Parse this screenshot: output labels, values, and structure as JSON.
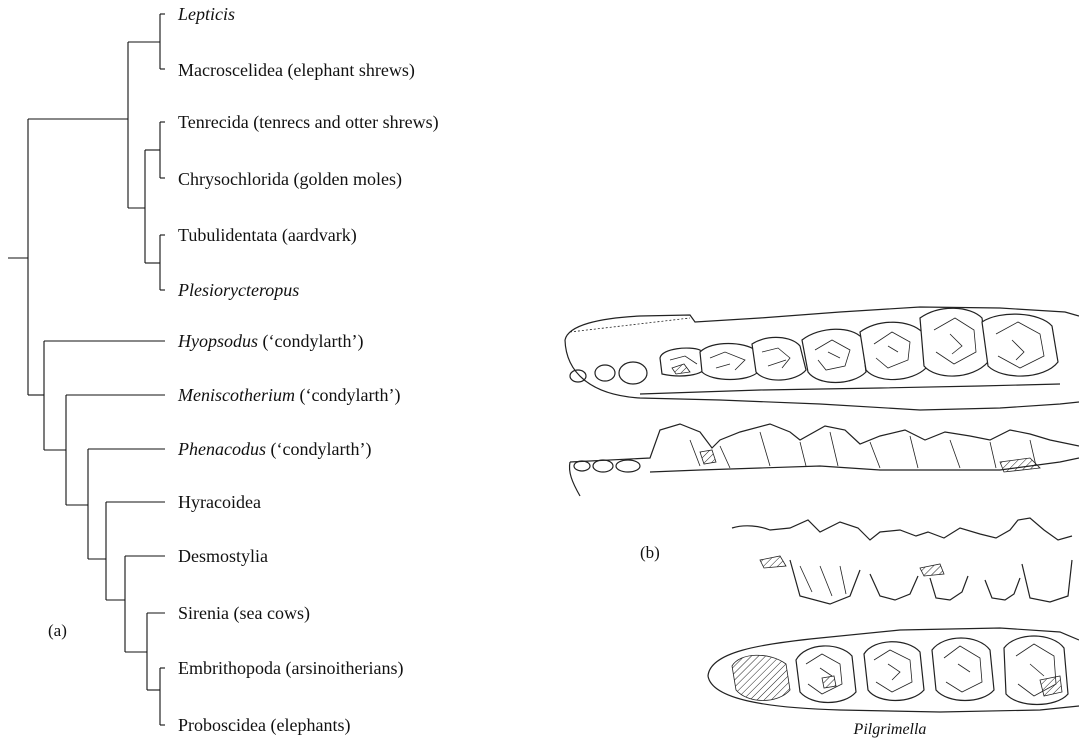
{
  "figure": {
    "panel_a_label": "(a)",
    "panel_b_label": "(b)",
    "specimen_caption": "Pilgrimella"
  },
  "taxa": [
    {
      "name": "Lepticis",
      "note": ""
    },
    {
      "name": "Macroscelidea (elephant shrews)",
      "note": ""
    },
    {
      "name": "Tenrecida (tenrecs and otter shrews)",
      "note": ""
    },
    {
      "name": "Chrysochlorida (golden moles)",
      "note": ""
    },
    {
      "name": "Tubulidentata (aardvark)",
      "note": ""
    },
    {
      "name": "Plesiorycteropus",
      "note": ""
    },
    {
      "name": "Hyopsodus",
      "note": " (‘condylarth’)"
    },
    {
      "name": "Meniscotherium",
      "note": " (‘condylarth’)"
    },
    {
      "name": "Phenacodus",
      "note": " (‘condylarth’)"
    },
    {
      "name": "Hyracoidea",
      "note": ""
    },
    {
      "name": "Desmostylia",
      "note": ""
    },
    {
      "name": "Sirenia (sea cows)",
      "note": ""
    },
    {
      "name": "Embrithopoda (arsinoitherians)",
      "note": ""
    },
    {
      "name": "Proboscidea (elephants)",
      "note": ""
    }
  ]
}
